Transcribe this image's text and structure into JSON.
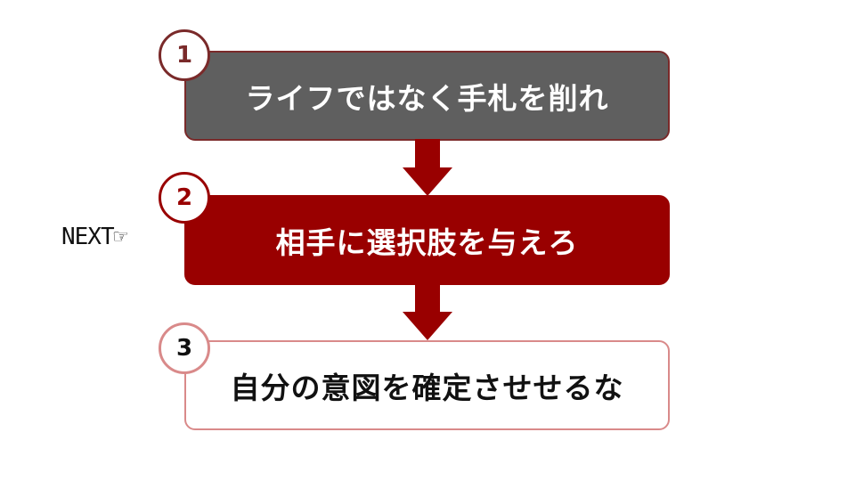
{
  "colors": {
    "done_fill": "#5f5f5f",
    "done_border": "#7a2a2a",
    "active_fill": "#990000",
    "pending_border": "#d98a8a",
    "arrow": "#990000"
  },
  "steps": [
    {
      "number": "1",
      "label": "ライフではなく手札を削れ",
      "state": "done"
    },
    {
      "number": "2",
      "label": "相手に選択肢を与えろ",
      "state": "active"
    },
    {
      "number": "3",
      "label": "自分の意図を確定させせるな",
      "state": "pending"
    }
  ],
  "marker": {
    "text": "NEXT",
    "icon": "pointing-hand-icon",
    "glyph": "☞"
  }
}
